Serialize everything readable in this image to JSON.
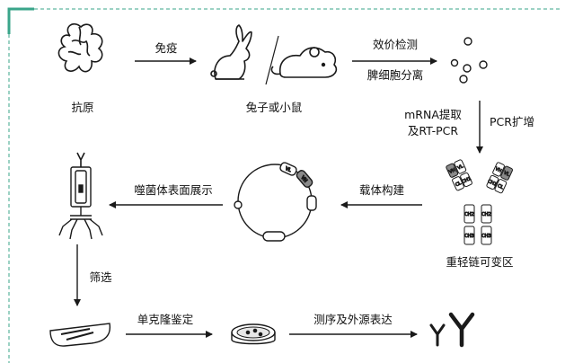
{
  "steps": {
    "antigen": "抗原",
    "immunize": "免疫",
    "animals": "兔子或小鼠",
    "titer": "效价检测",
    "spleen": "脾细胞分离",
    "mrna_line1": "mRNA提取",
    "mrna_line2": "及RT-PCR",
    "pcr": "PCR扩增",
    "variable_region": "重轻链可变区",
    "vector": "载体构建",
    "phage_display": "噬菌体表面展示",
    "screening": "筛选",
    "monoclonal": "单克隆鉴定",
    "sequencing": "测序及外源表达"
  },
  "plasmid_labels": {
    "vl": "VL",
    "vh": "VH"
  },
  "antibody_labels": {
    "vh": "VH",
    "vl": "VL",
    "ch1": "CH1",
    "cl": "CL",
    "ch2": "CH2",
    "ch3": "CH3"
  },
  "colors": {
    "accent": "#3aa58a",
    "stroke": "#1a1a1a",
    "gray_domain": "#8a8a8a"
  }
}
